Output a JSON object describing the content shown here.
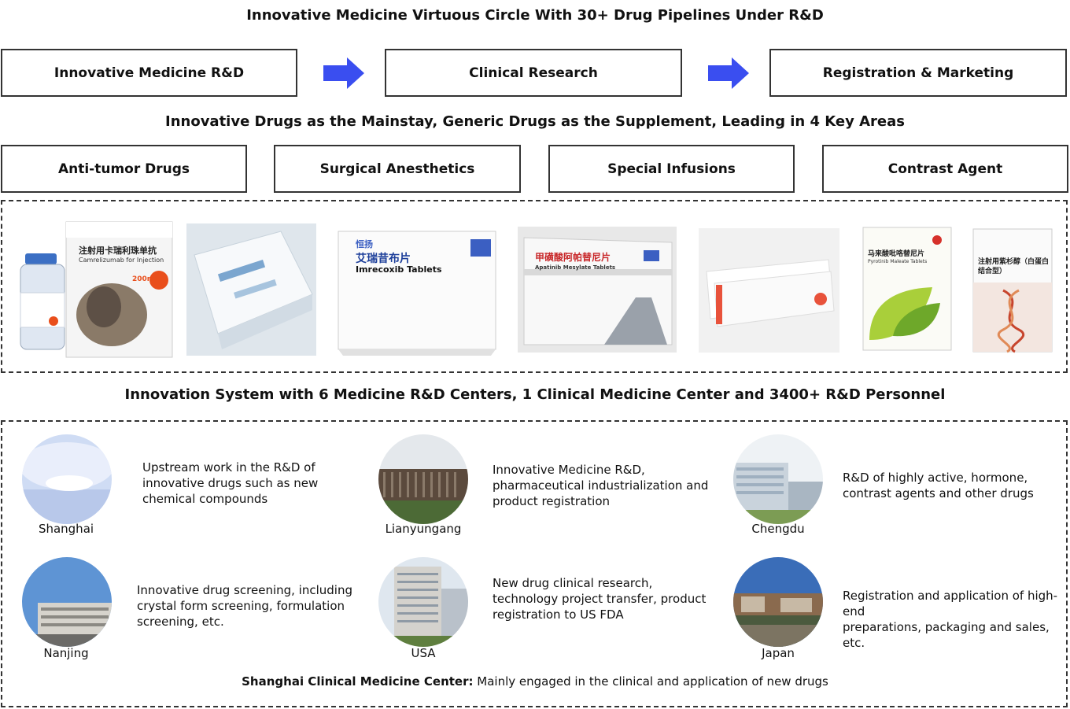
{
  "title": "Innovative Medicine Virtuous Circle With 30+ Drug Pipelines Under R&D",
  "pipeline": {
    "steps": [
      "Innovative Medicine R&D",
      "Clinical Research",
      "Registration & Marketing"
    ]
  },
  "areas_heading": "Innovative Drugs as the Mainstay, Generic Drugs as the Supplement, Leading in 4 Key Areas",
  "areas": [
    "Anti-tumor Drugs",
    "Surgical Anesthetics",
    "Special Infusions",
    "Contrast Agent"
  ],
  "products": {
    "p1_cn": "注射用卡瑞利珠单抗",
    "p1_en": "Camrelizumab for Injection",
    "p1_dose": "200mg",
    "p3_brand": "恒扬",
    "p3_cn": "艾瑞昔布片",
    "p3_en": "Imrecoxib Tablets",
    "p4_cn": "甲磺酸阿帕替尼片",
    "p4_en": "Apatinib Mesylate Tablets",
    "p6_cn": "马来酸吡咯替尼片",
    "p6_en": "Pyrotinib Maleate Tablets",
    "p7_cn": "注射用紫杉醇（白蛋白结合型）"
  },
  "innovation_heading": "Innovation System with 6 Medicine R&D Centers, 1 Clinical Medicine Center and 3400+ R&D Personnel",
  "centers": [
    {
      "city": "Shanghai",
      "desc": [
        "Upstream work in the R&D of",
        "innovative drugs such as new",
        "chemical compounds"
      ]
    },
    {
      "city": "Lianyungang",
      "desc": [
        "Innovative Medicine R&D,",
        "pharmaceutical industrialization and",
        "product registration"
      ]
    },
    {
      "city": "Chengdu",
      "desc": [
        "R&D of highly active, hormone,",
        "contrast agents and other drugs"
      ]
    },
    {
      "city": "Nanjing",
      "desc": [
        "Innovative drug screening, including",
        "crystal form screening, formulation",
        "screening, etc."
      ]
    },
    {
      "city": "USA",
      "desc": [
        "New drug clinical research,",
        "technology project transfer, product",
        "registration to US FDA"
      ]
    },
    {
      "city": "Japan",
      "desc": [
        "Registration and application of high-end",
        "preparations, packaging and sales, etc."
      ]
    }
  ],
  "footer": {
    "label": "Shanghai Clinical Medicine Center:",
    "text": " Mainly engaged in the clinical and application of new drugs"
  },
  "colors": {
    "arrow": "#3a4ef0",
    "border": "#333333"
  }
}
